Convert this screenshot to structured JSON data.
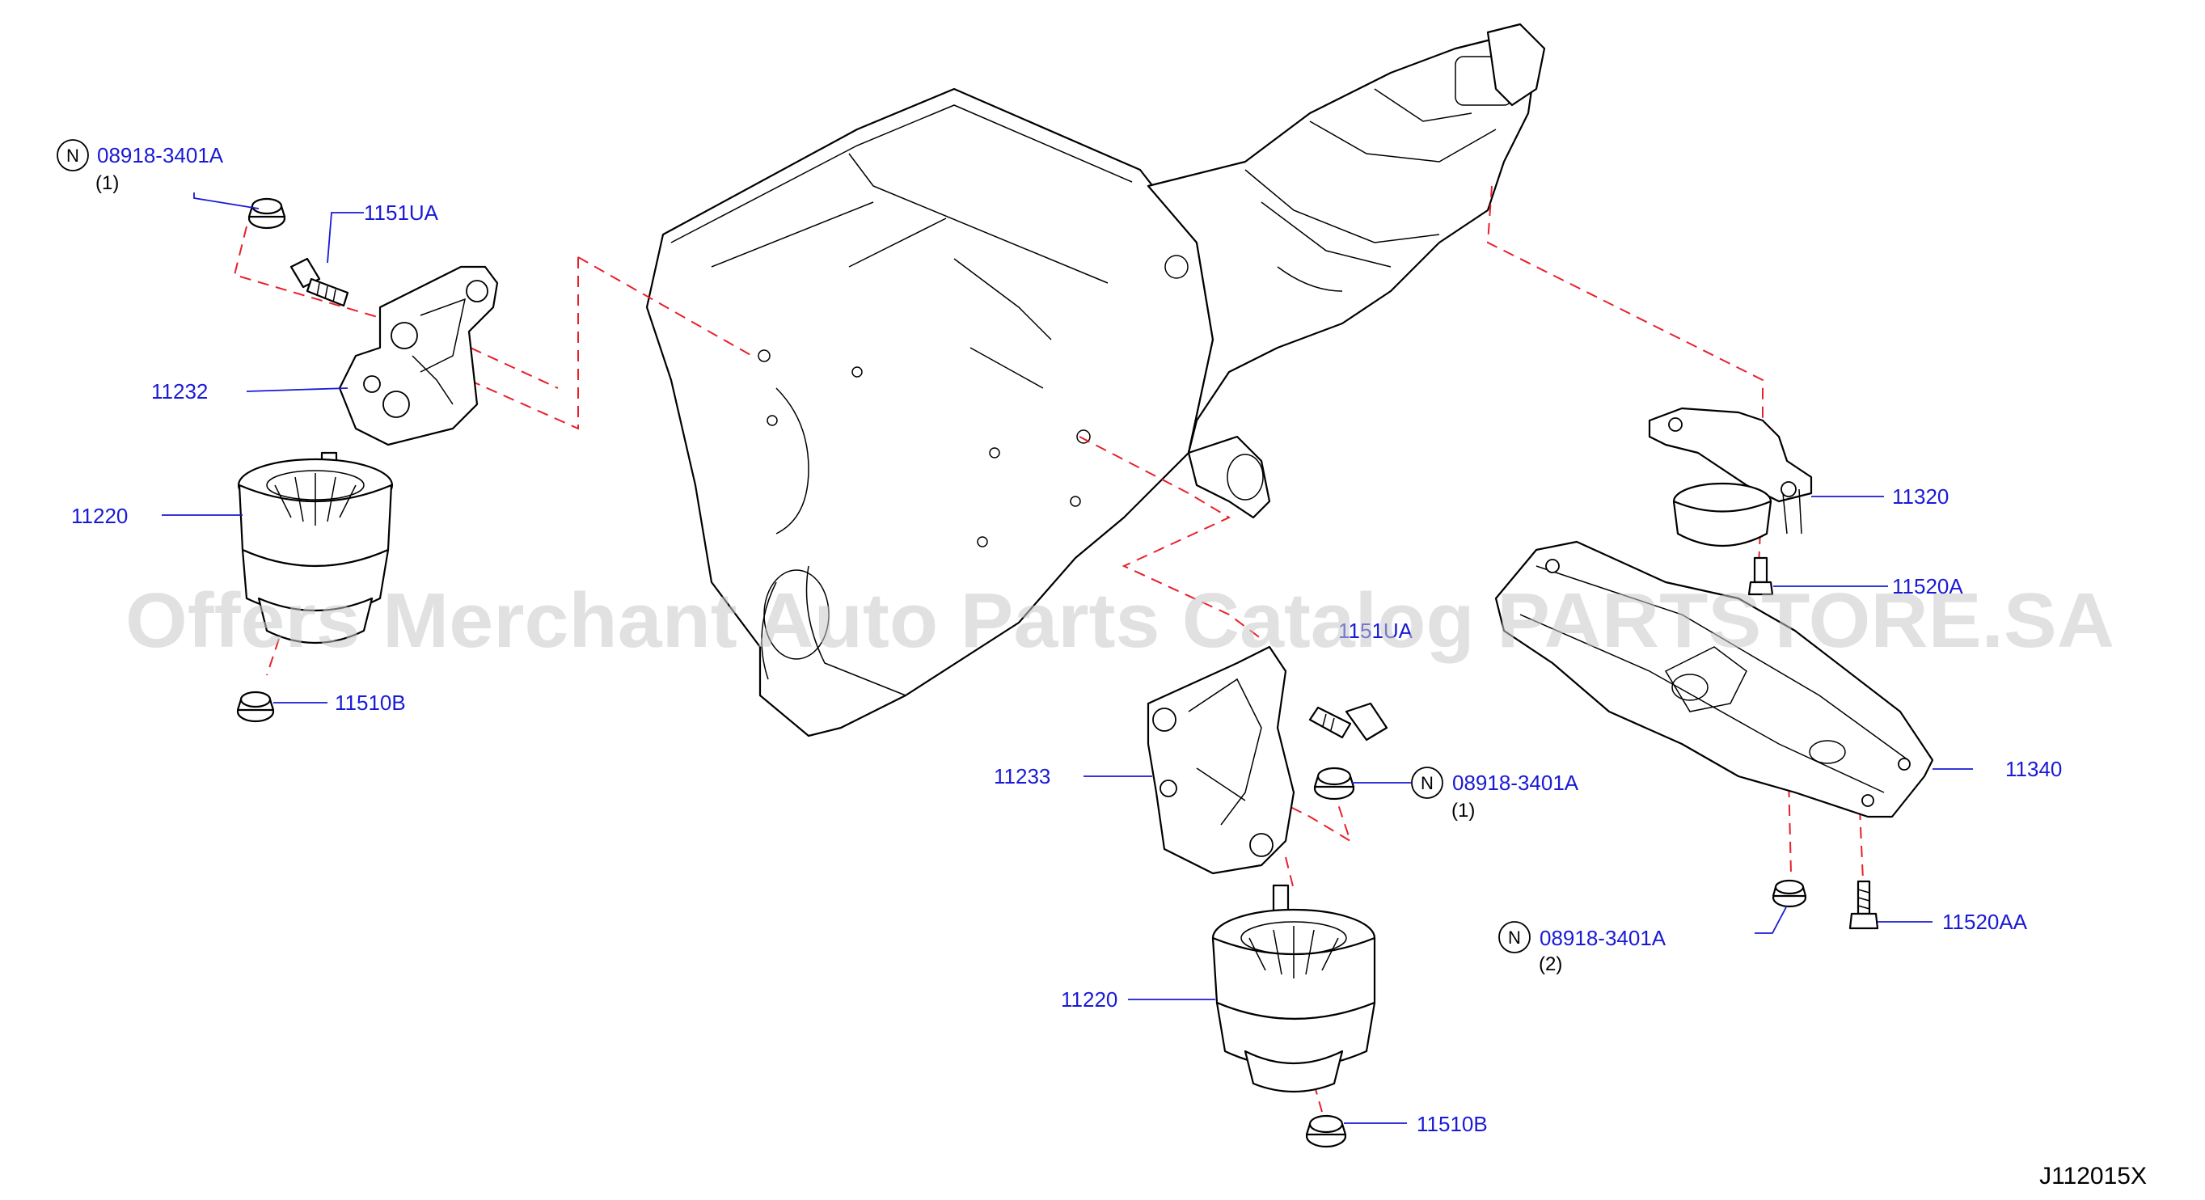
{
  "diagram": {
    "code": "J112015X",
    "watermark": "Offers Merchant Auto Parts Catalog PARTSTORE.SA",
    "labels": {
      "nut_top_left": "08918-3401A",
      "nut_top_left_qty": "(1)",
      "bolt_top_left": "1151UA",
      "bracket_left": "11232",
      "insulator_left": "11220",
      "nut_bottom_left": "11510B",
      "bolt_center": "1151UA",
      "bracket_right": "11233",
      "nut_center": "08918-3401A",
      "nut_center_qty": "(1)",
      "insulator_center": "11220",
      "nut_bottom_center": "11510B",
      "rear_insulator": "11320",
      "rear_bolt": "11520A",
      "member": "11340",
      "nut_bottom_right": "08918-3401A",
      "nut_bottom_right_qty": "(2)",
      "bolt_bottom_right": "11520AA"
    },
    "n_marker": "N"
  }
}
